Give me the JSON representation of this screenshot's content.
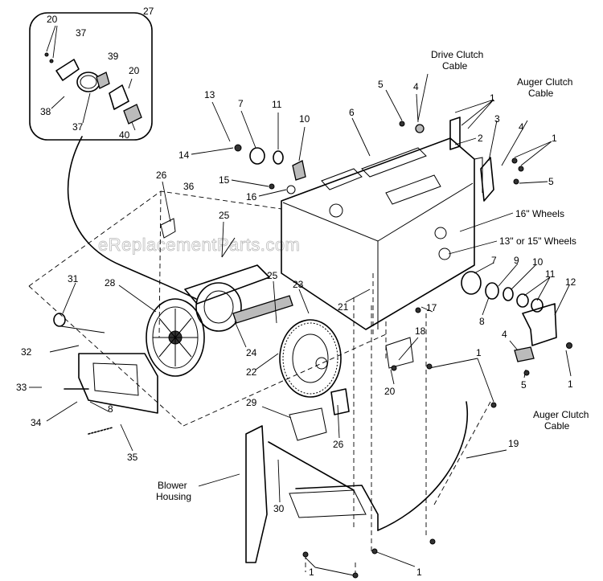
{
  "watermark": "eReplacementParts.com",
  "callouts": [
    {
      "id": "c-20-inset",
      "text": "20"
    },
    {
      "id": "c-27",
      "text": "27"
    },
    {
      "id": "c-37-top",
      "text": "37"
    },
    {
      "id": "c-39",
      "text": "39"
    },
    {
      "id": "c-20-inset-b",
      "text": "20"
    },
    {
      "id": "c-38",
      "text": "38"
    },
    {
      "id": "c-37-bottom",
      "text": "37"
    },
    {
      "id": "c-40",
      "text": "40"
    },
    {
      "id": "c-13",
      "text": "13"
    },
    {
      "id": "c-7-top",
      "text": "7"
    },
    {
      "id": "c-11-top",
      "text": "11"
    },
    {
      "id": "c-10-top",
      "text": "10"
    },
    {
      "id": "c-14",
      "text": "14"
    },
    {
      "id": "c-15",
      "text": "15"
    },
    {
      "id": "c-16",
      "text": "16"
    },
    {
      "id": "c-26-top",
      "text": "26"
    },
    {
      "id": "c-36",
      "text": "36"
    },
    {
      "id": "c-25-top",
      "text": "25"
    },
    {
      "id": "c-5-top",
      "text": "5"
    },
    {
      "id": "c-4-top",
      "text": "4"
    },
    {
      "id": "c-6",
      "text": "6"
    },
    {
      "id": "c-1-top",
      "text": "1"
    },
    {
      "id": "c-2",
      "text": "2"
    },
    {
      "id": "c-3",
      "text": "3"
    },
    {
      "id": "c-4-right",
      "text": "4"
    },
    {
      "id": "c-1-right",
      "text": "1"
    },
    {
      "id": "c-5-right",
      "text": "5"
    },
    {
      "id": "c-7-right",
      "text": "7"
    },
    {
      "id": "c-9",
      "text": "9"
    },
    {
      "id": "c-10-right",
      "text": "10"
    },
    {
      "id": "c-11-right",
      "text": "11"
    },
    {
      "id": "c-12",
      "text": "12"
    },
    {
      "id": "c-8-right",
      "text": "8"
    },
    {
      "id": "c-31",
      "text": "31"
    },
    {
      "id": "c-28",
      "text": "28"
    },
    {
      "id": "c-25-mid",
      "text": "25"
    },
    {
      "id": "c-23",
      "text": "23"
    },
    {
      "id": "c-21",
      "text": "21"
    },
    {
      "id": "c-17",
      "text": "17"
    },
    {
      "id": "c-32",
      "text": "32"
    },
    {
      "id": "c-24",
      "text": "24"
    },
    {
      "id": "c-22",
      "text": "22"
    },
    {
      "id": "c-18",
      "text": "18"
    },
    {
      "id": "c-1-mid",
      "text": "1"
    },
    {
      "id": "c-4-low",
      "text": "4"
    },
    {
      "id": "c-1-low",
      "text": "1"
    },
    {
      "id": "c-5-low",
      "text": "5"
    },
    {
      "id": "c-33",
      "text": "33"
    },
    {
      "id": "c-20-low",
      "text": "20"
    },
    {
      "id": "c-34",
      "text": "34"
    },
    {
      "id": "c-8-left",
      "text": "8"
    },
    {
      "id": "c-29",
      "text": "29"
    },
    {
      "id": "c-26-low",
      "text": "26"
    },
    {
      "id": "c-19",
      "text": "19"
    },
    {
      "id": "c-35",
      "text": "35"
    },
    {
      "id": "c-30",
      "text": "30"
    },
    {
      "id": "c-1-bottom-left",
      "text": "1"
    },
    {
      "id": "c-1-bottom-right",
      "text": "1"
    }
  ],
  "labels": {
    "drive_clutch_1": "Drive Clutch",
    "drive_clutch_2": "Cable",
    "auger_clutch_top_1": "Auger Clutch",
    "auger_clutch_top_2": "Cable",
    "wheels_16": "16\" Wheels",
    "wheels_13_15": "13\" or 15\" Wheels",
    "auger_clutch_low_1": "Auger Clutch",
    "auger_clutch_low_2": "Cable",
    "blower_1": "Blower",
    "blower_2": "Housing"
  }
}
